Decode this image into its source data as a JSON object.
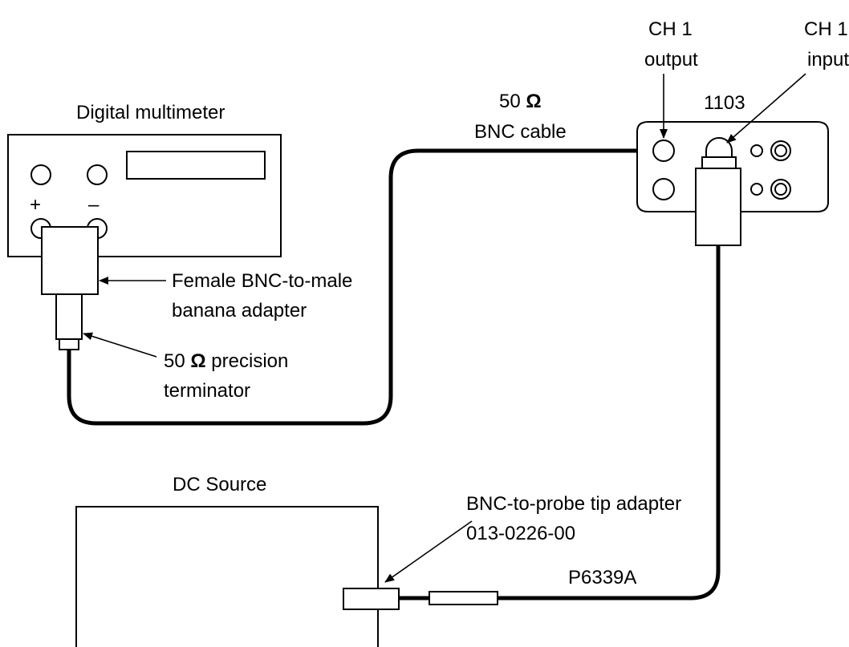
{
  "labels": {
    "digital_multimeter": "Digital multimeter",
    "plus": "+",
    "minus": "–",
    "female_adapter_line1": "Female  BNC-to-male",
    "female_adapter_line2": "banana adapter",
    "terminator_value": "50",
    "terminator_unit": "Ω",
    "terminator_rest": " precision",
    "terminator_line2": "terminator",
    "cable_value": "50",
    "cable_unit": "Ω",
    "cable_line2": "BNC cable",
    "ch1_output_line1": "CH 1",
    "ch1_output_line2": "output",
    "ch1_input_line1": "CH 1",
    "ch1_input_line2": "input",
    "model_1103": "1103",
    "dc_source": "DC Source",
    "probe_adapter_line1": "BNC-to-probe tip adapter",
    "probe_adapter_line2": "013-0226-00",
    "probe_model": "P6339A"
  }
}
